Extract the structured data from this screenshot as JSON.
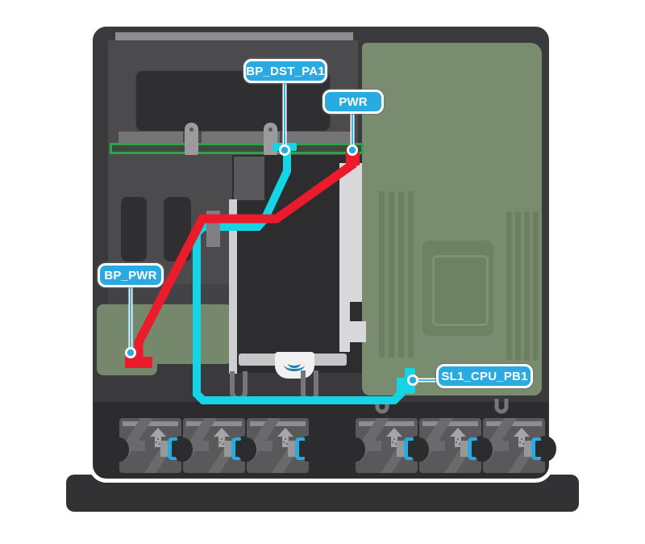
{
  "diagram": {
    "type": "server-cable-routing",
    "callouts": {
      "bp_dst_pa1": "BP_DST_PA1",
      "pwr": "PWR",
      "bp_pwr": "BP_PWR",
      "sl1_cpu_pb1": "SL1_CPU_PB1"
    },
    "cables": [
      {
        "name": "power-cable",
        "color": "#EC1B2B",
        "endpoints": [
          "PWR",
          "BP_PWR"
        ]
      },
      {
        "name": "signal-cable",
        "color": "#13D5E6",
        "endpoints": [
          "BP_DST_PA1",
          "SL1_CPU_PB1"
        ]
      }
    ],
    "fans": {
      "count": 6,
      "groups": [
        3,
        3
      ]
    },
    "icons": {
      "fan_airflow": "up-arrow",
      "fan_latch": "bracket-clip",
      "release_tab": "touch-arcs"
    }
  },
  "colors": {
    "callout-blue": "#29ABE2",
    "cable-red": "#EC1B2B",
    "cable-cyan": "#13D5E6",
    "board-green": "#7A8C6F",
    "bp-green": "#75886B",
    "strip-green": "#2EA34B",
    "strip-fill": "#3E4A40",
    "chassis": "#39393C",
    "panel": "#4B4B4E",
    "bay-dark": "#2C2C2E",
    "metal-light": "#D8D8DA",
    "fan-body": "#59595B"
  }
}
